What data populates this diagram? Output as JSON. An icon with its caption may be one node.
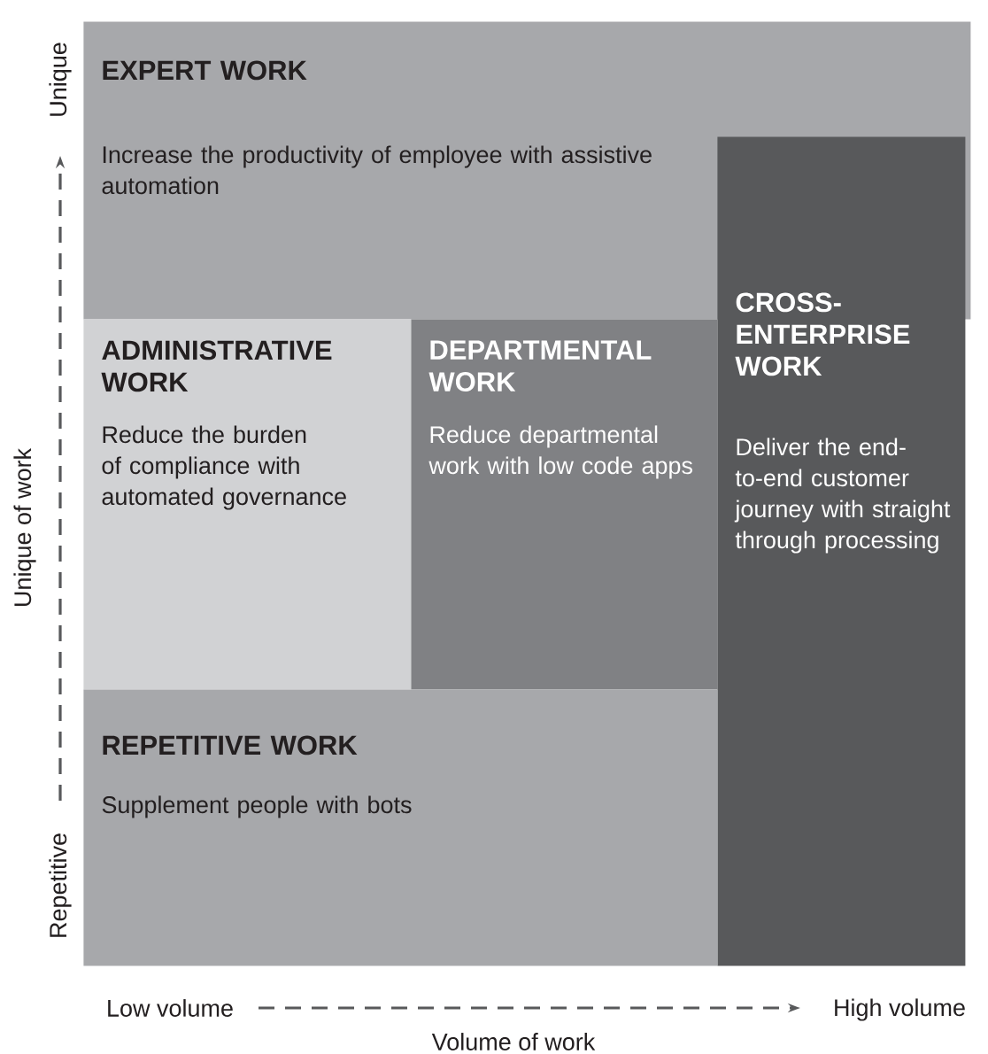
{
  "diagram": {
    "nodes": [
      {
        "text": [
          "EXPERT WORK",
          "Increase the productivity of employee with assistive automation"
        ]
      },
      {
        "text": [
          "ADMINISTRATIVE WORK",
          "Reduce the burden of compliance with automated governance"
        ]
      },
      {
        "text": [
          "DEPARTMENTAL WORK",
          "Reduce departmental work with low code apps"
        ]
      },
      {
        "text": [
          "CROSS-ENTERPRISE WORK",
          "Deliver the end-to-end customer journey with straight through processing"
        ]
      },
      {
        "text": [
          "REPETITIVE WORK",
          "Supplement people with bots"
        ]
      }
    ],
    "labels": [
      "Unique",
      "Unique of work",
      "Repetitive",
      "Low volume",
      "High volume",
      "Volume of work"
    ]
  }
}
